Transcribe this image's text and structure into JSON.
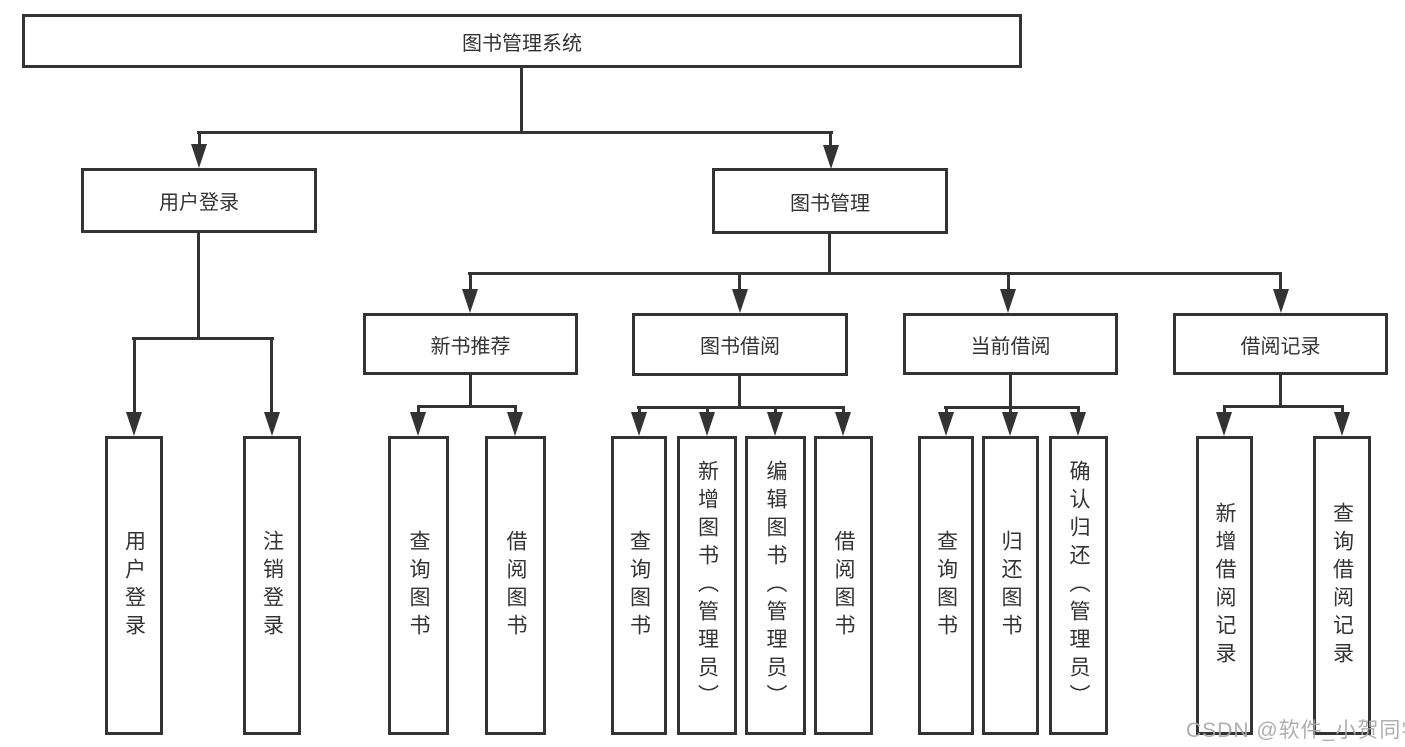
{
  "diagram": {
    "root": {
      "label": "图书管理系统",
      "children": [
        {
          "label": "用户登录",
          "children": [
            {
              "label": "用户登录"
            },
            {
              "label": "注销登录"
            }
          ]
        },
        {
          "label": "图书管理",
          "children": [
            {
              "label": "新书推荐",
              "children": [
                {
                  "label": "查询图书"
                },
                {
                  "label": "借阅图书"
                }
              ]
            },
            {
              "label": "图书借阅",
              "children": [
                {
                  "label": "查询图书"
                },
                {
                  "label": "新增图书（管理员）"
                },
                {
                  "label": "编辑图书（管理员）"
                },
                {
                  "label": "借阅图书"
                }
              ]
            },
            {
              "label": "当前借阅",
              "children": [
                {
                  "label": "查询图书"
                },
                {
                  "label": "归还图书"
                },
                {
                  "label": "确认归还（管理员）"
                }
              ]
            },
            {
              "label": "借阅记录",
              "children": [
                {
                  "label": "新增借阅记录"
                },
                {
                  "label": "查询借阅记录"
                }
              ]
            }
          ]
        }
      ]
    }
  },
  "watermark": {
    "text": "CSDN @软件_小贺同学"
  },
  "colors": {
    "line": "#333333",
    "text": "#333333",
    "background": "#ffffff",
    "watermark": "#a8a8a8"
  }
}
